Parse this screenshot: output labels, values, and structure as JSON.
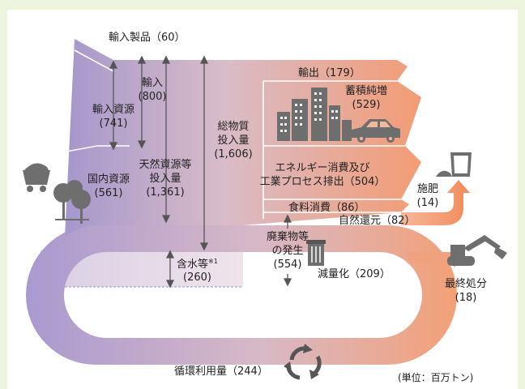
{
  "diagram": {
    "imported_products": "輸入製品（60）",
    "import_label": "輸入",
    "import_value": "(800)",
    "import_resources_label": "輸入資源",
    "import_resources_value": "(741)",
    "domestic_resources_label": "国内資源",
    "domestic_resources_value": "(561)",
    "natural_input_label1": "天然資源等",
    "natural_input_label2": "投入量",
    "natural_input_value": "(1,361)",
    "total_input_label1": "総物質",
    "total_input_label2": "投入量",
    "total_input_value": "(1,606)",
    "export": "輸出（179）",
    "stock_label": "蓄積純増",
    "stock_value": "(529)",
    "energy_label1": "エネルギー消費及び",
    "energy_label2": "工業プロセス排出（504）",
    "fertilizer_label": "施肥",
    "fertilizer_value": "(14)",
    "food": "食料消費（86）",
    "natural_return": "自然還元（82）",
    "waste_label1": "廃棄物等",
    "waste_label2": "の発生",
    "waste_value": "(554)",
    "reduction": "減量化（209）",
    "final_disposal_label": "最終処分",
    "final_disposal_value": "(18)",
    "water_label": "含水等",
    "water_mark": "※1",
    "water_value": "(260)",
    "recycle": "循環利用量（244）",
    "unit": "(単位：百万トン)"
  },
  "colors": {
    "page_bg": "#eef5df",
    "flow_purple": "#a99bcf",
    "flow_orange": "#f3a27c",
    "icon_gray": "#6e6e6e",
    "arrow": "#555555"
  }
}
